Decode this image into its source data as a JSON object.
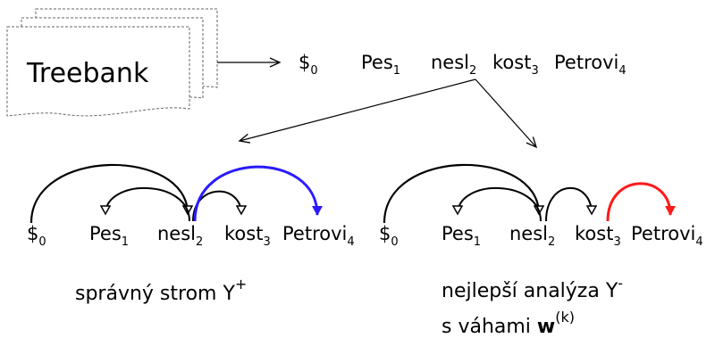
{
  "treebank_label": "Treebank",
  "sentence": [
    {
      "word": "$",
      "index": "0"
    },
    {
      "word": "Pes",
      "index": "1"
    },
    {
      "word": "nesl",
      "index": "2"
    },
    {
      "word": "kost",
      "index": "3"
    },
    {
      "word": "Petrovi",
      "index": "4"
    }
  ],
  "left_tree": {
    "caption": "správný strom Y",
    "caption_sup": "+",
    "highlight_color": "#2a1bff"
  },
  "right_tree": {
    "caption_line1": "nejlepší analýza Y",
    "caption_line1_sup": "-",
    "caption_line2_prefix": "s váhami ",
    "caption_line2_bold": "w",
    "caption_line2_sup": "(k)",
    "highlight_color": "#ff1a1a"
  }
}
